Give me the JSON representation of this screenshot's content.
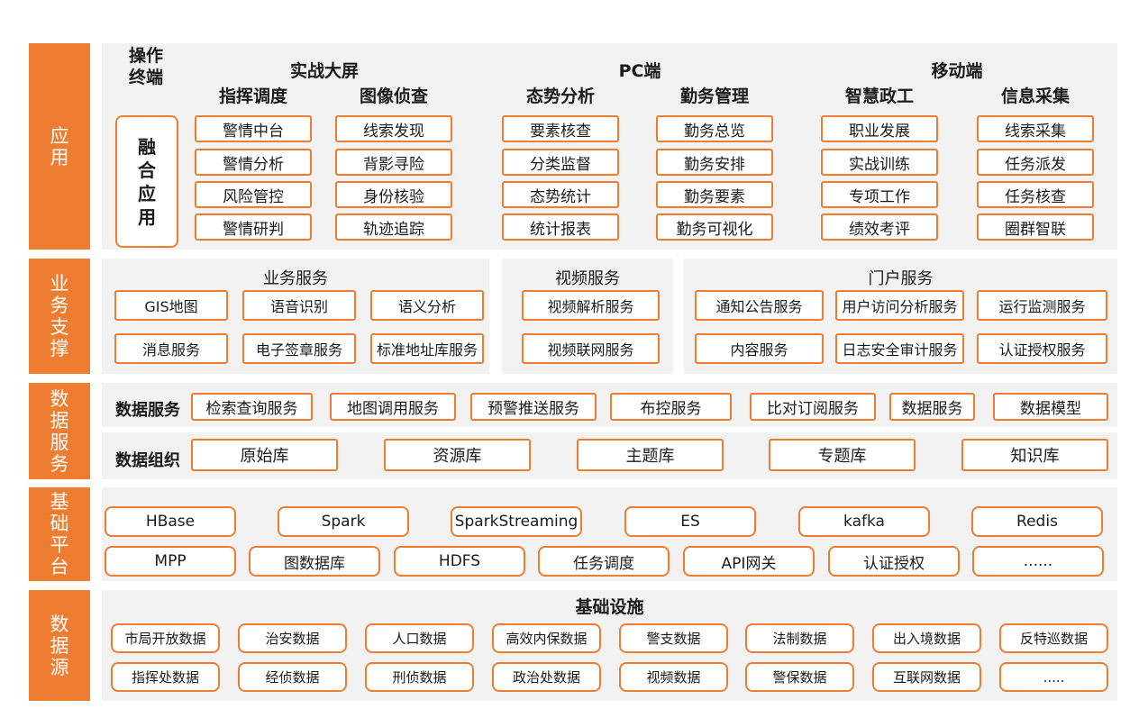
{
  "colors": {
    "accent": "#ee7d31",
    "panel": "#f2f2f2"
  },
  "layers": [
    "应用",
    "业务支撑",
    "数据服务",
    "基础平台",
    "数据源"
  ],
  "app": {
    "operate_label": "操作终端",
    "fusion_label": "融合应用",
    "group_titles": {
      "big_screen": "实战大屏",
      "pc": "PC端",
      "mobile": "移动端"
    },
    "columns": [
      {
        "title": "指挥调度",
        "items": [
          "警情中台",
          "警情分析",
          "风险管控",
          "警情研判"
        ]
      },
      {
        "title": "图像侦查",
        "items": [
          "线索发现",
          "背影寻险",
          "身份核验",
          "轨迹追踪"
        ]
      },
      {
        "title": "态势分析",
        "items": [
          "要素核查",
          "分类监督",
          "态势统计",
          "统计报表"
        ]
      },
      {
        "title": "勤务管理",
        "items": [
          "勤务总览",
          "勤务安排",
          "勤务要素",
          "勤务可视化"
        ]
      },
      {
        "title": "智慧政工",
        "items": [
          "职业发展",
          "实战训练",
          "专项工作",
          "绩效考评"
        ]
      },
      {
        "title": "信息采集",
        "items": [
          "线索采集",
          "任务派发",
          "任务核查",
          "圈群智联"
        ]
      }
    ]
  },
  "support": {
    "business": {
      "title": "业务服务",
      "items": [
        "GIS地图",
        "语音识别",
        "语义分析",
        "消息服务",
        "电子签章服务",
        "标准地址库服务"
      ]
    },
    "video": {
      "title": "视频服务",
      "items": [
        "视频解析服务",
        "视频联网服务"
      ]
    },
    "portal": {
      "title": "门户服务",
      "items": [
        "通知公告服务",
        "用户访问分析服务",
        "运行监测服务",
        "内容服务",
        "日志安全审计服务",
        "认证授权服务"
      ]
    }
  },
  "data_service": {
    "service_label": "数据服务",
    "service_items": [
      "检索查询服务",
      "地图调用服务",
      "预警推送服务",
      "布控服务",
      "比对订阅服务",
      "数据服务",
      "数据模型"
    ],
    "org_label": "数据组织",
    "org_items": [
      "原始库",
      "资源库",
      "主题库",
      "专题库",
      "知识库"
    ]
  },
  "platform": {
    "row1": [
      "HBase",
      "Spark",
      "SparkStreaming",
      "ES",
      "kafka",
      "Redis"
    ],
    "row2": [
      "MPP",
      "图数据库",
      "HDFS",
      "任务调度",
      "API网关",
      "认证授权",
      "......"
    ]
  },
  "source": {
    "title": "基础设施",
    "row1": [
      "市局开放数据",
      "治安数据",
      "人口数据",
      "高效内保数据",
      "警支数据",
      "法制数据",
      "出入境数据",
      "反特巡数据"
    ],
    "row2": [
      "指挥处数据",
      "经侦数据",
      "刑侦数据",
      "政治处数据",
      "视频数据",
      "警保数据",
      "互联网数据",
      "....."
    ]
  }
}
